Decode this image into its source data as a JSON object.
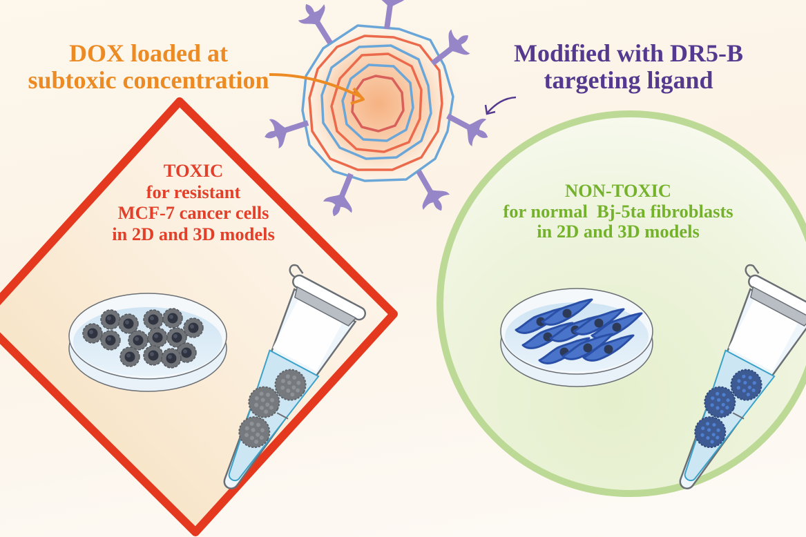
{
  "annotations": {
    "dox": [
      "DOX loaded at",
      "subtoxic concentration"
    ],
    "ligand": [
      "Modified with DR5-B",
      "targeting ligand"
    ]
  },
  "toxic_panel": {
    "lines": [
      "TOXIC",
      "for resistant",
      "MCF-7 cancer cells",
      "in 2D and 3D models"
    ],
    "border_color": "#e4391f"
  },
  "nontoxic_panel": {
    "lines": [
      "NON-TOXIC",
      "for normal  Bj-5ta fibroblasts",
      "in 2D and 3D models"
    ],
    "border_color": "#bcd996"
  },
  "colors": {
    "dox_text": "#ec8a24",
    "ligand_text": "#55398f",
    "toxic_text": "#e2402a",
    "nontoxic_text": "#74b22c",
    "ligand_glyph": "#9686c8",
    "shell_blue": "#6aa6d8",
    "shell_red": "#ec6a4c"
  },
  "icons": [
    "nanoparticle-icon",
    "ligand-icon",
    "petri-dish-icon",
    "tube-icon",
    "spheroid-icon",
    "cancer-cell-icon",
    "fibroblast-icon",
    "arrow-icon"
  ]
}
